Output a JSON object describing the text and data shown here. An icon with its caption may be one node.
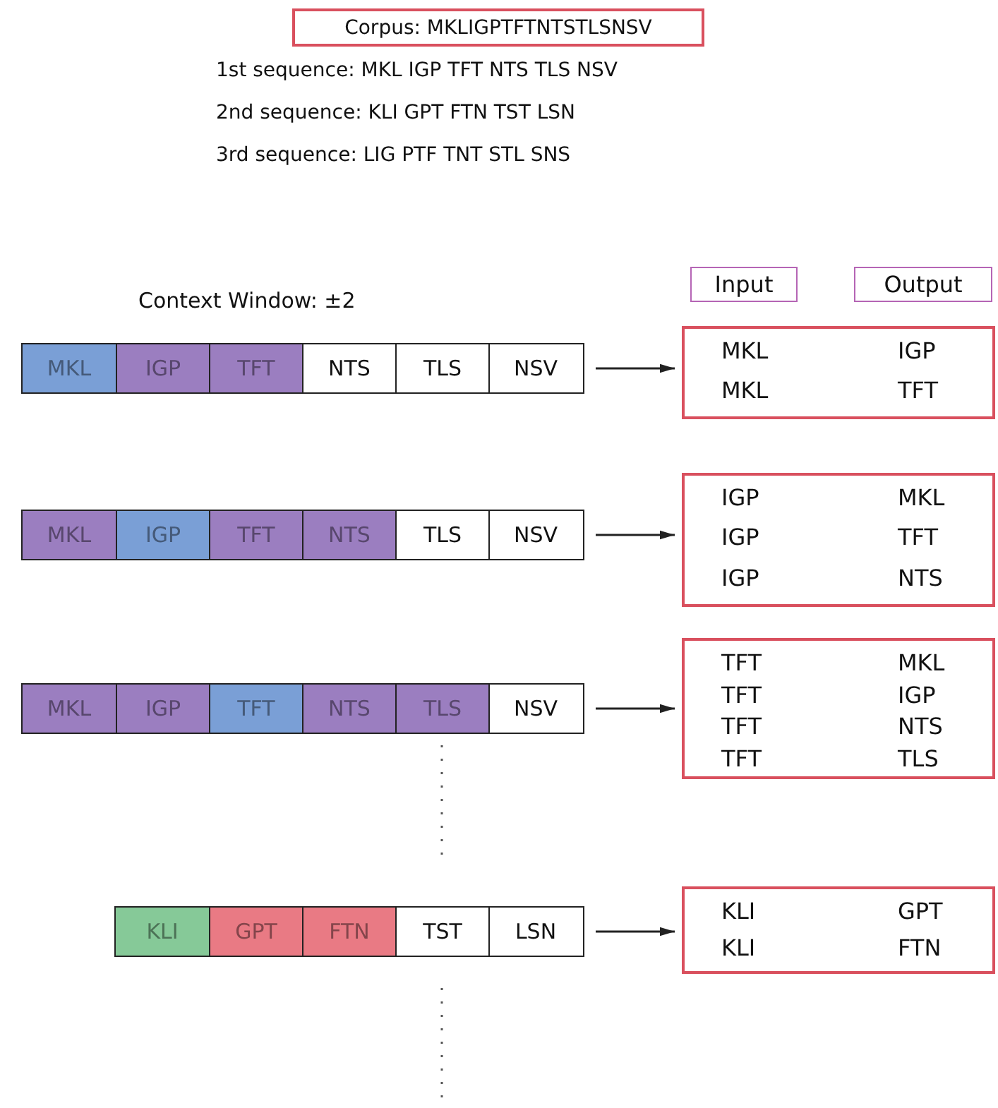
{
  "diagram": {
    "nodes": [
      {
        "text": [
          "Corpus: MKLIGPTFTNTSTLSNSV"
        ]
      },
      {
        "text": [
          "Input"
        ]
      },
      {
        "text": [
          "Output"
        ]
      },
      {
        "text": [],
        "shape": "bar"
      },
      {
        "text": [
          "MKL"
        ],
        "in": 3
      },
      {
        "text": [
          "IGP"
        ],
        "in": 3
      },
      {
        "text": [
          "TFT"
        ],
        "in": 3
      },
      {
        "text": [
          "NTS"
        ],
        "in": 3
      },
      {
        "text": [
          "TLS"
        ],
        "in": 3
      },
      {
        "text": [
          "NSV"
        ],
        "in": 3
      },
      {
        "text": [
          "MKL",
          "IGP",
          "MKL",
          "TFT"
        ]
      },
      {
        "text": [],
        "shape": "bar"
      },
      {
        "text": [
          "MKL"
        ],
        "in": 11
      },
      {
        "text": [
          "IGP"
        ],
        "in": 11
      },
      {
        "text": [
          "TFT"
        ],
        "in": 11
      },
      {
        "text": [
          "NTS"
        ],
        "in": 11
      },
      {
        "text": [
          "TLS"
        ],
        "in": 11
      },
      {
        "text": [
          "NSV"
        ],
        "in": 11
      },
      {
        "text": [
          "IGP",
          "MKL",
          "IGP",
          "TFT",
          "IGP",
          "NTS"
        ]
      },
      {
        "text": [],
        "shape": "bar"
      },
      {
        "text": [
          "MKL"
        ],
        "in": 19
      },
      {
        "text": [
          "IGP"
        ],
        "in": 19
      },
      {
        "text": [
          "TFT"
        ],
        "in": 19
      },
      {
        "text": [
          "NTS"
        ],
        "in": 19
      },
      {
        "text": [
          "TLS"
        ],
        "in": 19
      },
      {
        "text": [
          "NSV"
        ],
        "in": 19
      },
      {
        "text": [
          "TFT",
          "MKL",
          "TFT",
          "IGP",
          "TFT",
          "NTS",
          "TFT",
          "TLS"
        ]
      },
      {
        "text": [],
        "shape": "bar"
      },
      {
        "text": [
          "KLI"
        ],
        "in": 27
      },
      {
        "text": [
          "GPT"
        ],
        "in": 27
      },
      {
        "text": [
          "FTN"
        ],
        "in": 27
      },
      {
        "text": [
          "TST"
        ],
        "in": 27
      },
      {
        "text": [
          "LSN"
        ],
        "in": 27
      },
      {
        "text": [
          "KLI",
          "GPT",
          "KLI",
          "FTN"
        ]
      }
    ],
    "edges": [
      {
        "from": 3,
        "to": 10,
        "arrow": "to"
      },
      {
        "from": 11,
        "to": 18,
        "arrow": "to"
      },
      {
        "from": 19,
        "to": 26,
        "arrow": "to"
      },
      {
        "from": 27,
        "to": 33,
        "arrow": "to"
      }
    ],
    "labels": [
      "1st sequence: MKL IGP TFT NTS TLS NSV",
      "2nd sequence: KLI GPT FTN TST LSN",
      "3rd sequence: LIG PTF TNT STL SNS",
      "Context Window: ±2"
    ]
  }
}
